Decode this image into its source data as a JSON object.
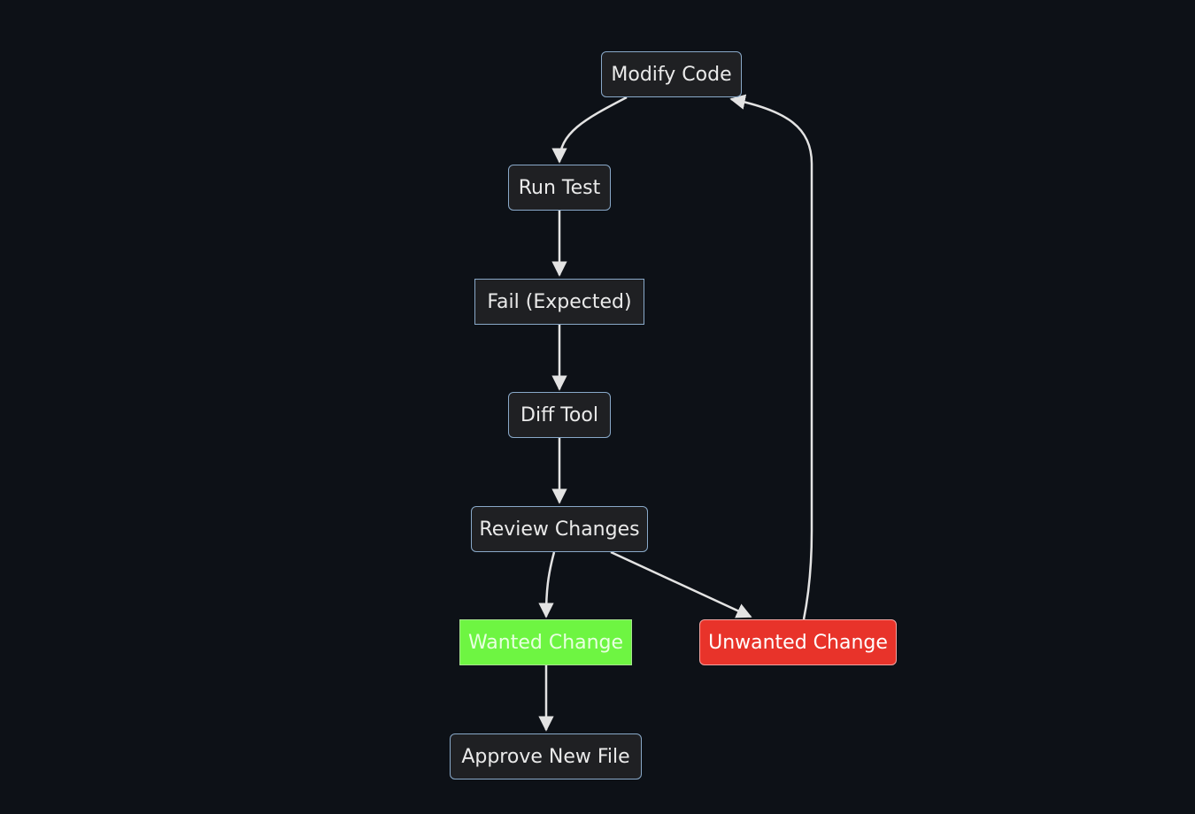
{
  "diagram": {
    "type": "flowchart",
    "theme": "dark",
    "nodes": {
      "modify_code": {
        "label": "Modify Code"
      },
      "run_test": {
        "label": "Run Test"
      },
      "fail_expected": {
        "label": "Fail (Expected)"
      },
      "diff_tool": {
        "label": "Diff Tool"
      },
      "review_changes": {
        "label": "Review Changes"
      },
      "wanted_change": {
        "label": "Wanted Change",
        "color": "#6ef542"
      },
      "unwanted_change": {
        "label": "Unwanted Change",
        "color": "#e8332a"
      },
      "approve_new_file": {
        "label": "Approve New File"
      }
    },
    "edges": [
      {
        "from": "modify_code",
        "to": "run_test"
      },
      {
        "from": "run_test",
        "to": "fail_expected"
      },
      {
        "from": "fail_expected",
        "to": "diff_tool"
      },
      {
        "from": "diff_tool",
        "to": "review_changes"
      },
      {
        "from": "review_changes",
        "to": "wanted_change"
      },
      {
        "from": "review_changes",
        "to": "unwanted_change"
      },
      {
        "from": "wanted_change",
        "to": "approve_new_file"
      },
      {
        "from": "unwanted_change",
        "to": "modify_code"
      }
    ],
    "colors": {
      "background": "#0d1117",
      "node_fill": "#1f2023",
      "node_border": "#89a9c9",
      "edge": "#e3e3e3"
    }
  }
}
